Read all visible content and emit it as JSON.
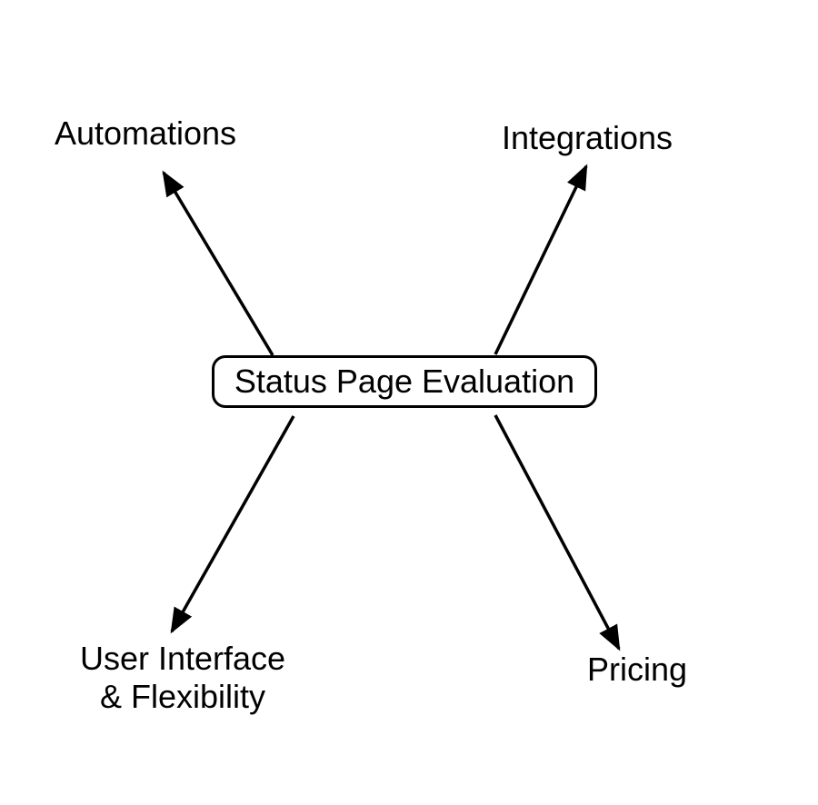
{
  "diagram": {
    "type": "mindmap",
    "center": {
      "label": "Status Page Evaluation"
    },
    "branches": [
      {
        "id": "automations",
        "position": "top-left",
        "lines": [
          "Automations"
        ]
      },
      {
        "id": "integrations",
        "position": "top-right",
        "lines": [
          "Integrations"
        ]
      },
      {
        "id": "user-interface-flexibility",
        "position": "bottom-left",
        "lines": [
          "User Interface",
          "& Flexibility"
        ]
      },
      {
        "id": "pricing",
        "position": "bottom-right",
        "lines": [
          "Pricing"
        ]
      }
    ],
    "colors": {
      "stroke": "#000000",
      "text": "#000000",
      "node_fill": "#ffffff",
      "background": "#ffffff"
    }
  }
}
